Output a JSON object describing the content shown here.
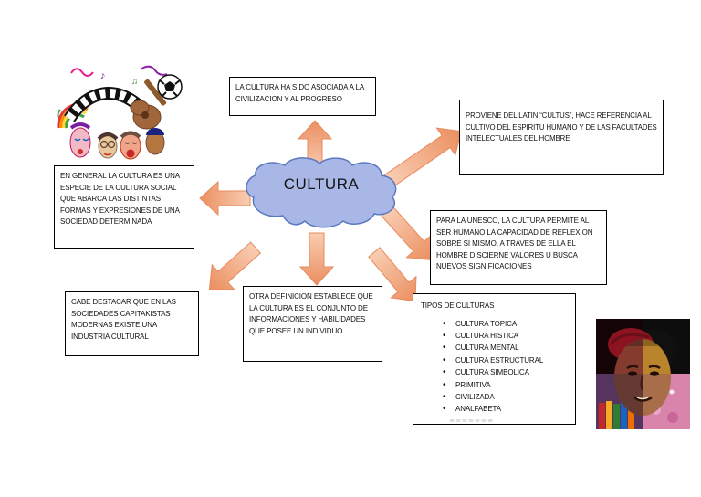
{
  "center": {
    "label": "CULTURA"
  },
  "boxes": {
    "asociada": "LA CULTURA HA SIDO ASOCIADA A LA CIVILIZACION Y AL PROGRESO",
    "proviene": "PROVIENE DEL LATIN “CULTUS”, HACE REFERENCIA AL CULTIVO DEL ESPIRITU HUMANO Y DE LAS FACULTADES INTELECTUALES DEL HOMBRE",
    "general": "EN GENERAL LA CULTURA ES UNA ESPECIE DE LA CULTURA SOCIAL QUE ABARCA LAS DISTINTAS FORMAS Y EXPRESIONES DE UNA SOCIEDAD DETERMINADA",
    "unesco": "PARA LA UNESCO, LA CULTURA PERMITE AL SER HUMANO LA CAPACIDAD DE REFLEXION SOBRE SI MISMO, A TRAVES DE ELLA EL HOMBRE DISCIERNE VALORES U BUSCA NUEVOS SIGNIFICACIONES",
    "cabe": "CABE DESTACAR QUE EN LAS SOCIEDADES CAPITAKISTAS MODERNAS EXISTE UNA INDUSTRIA CULTURAL",
    "otra": "OTRA DEFINICION ESTABLECE QUE LA CULTURA ES EL CONJUNTO DE INFORMACIONES Y HABILIDADES QUE POSEE UN INDIVIDUO",
    "tipos_title": "TIPOS DE CULTURAS",
    "tipos_items": [
      "CULTURA TOPICA",
      "CULTURA HISTICA",
      "CULTURA MENTAL",
      "CULTURA ESTRUCTURAL",
      "CULTURA SIMBOLICA",
      "PRIMITIVA",
      "CIVILIZADA",
      "ANALFABETA"
    ]
  },
  "colors": {
    "arrow_light": "#f9cdb2",
    "arrow_dark": "#eb8f60",
    "arrow_border": "#e78a5e",
    "cloud_fill": "#a9b7e6",
    "cloud_border": "#5b79c1"
  }
}
